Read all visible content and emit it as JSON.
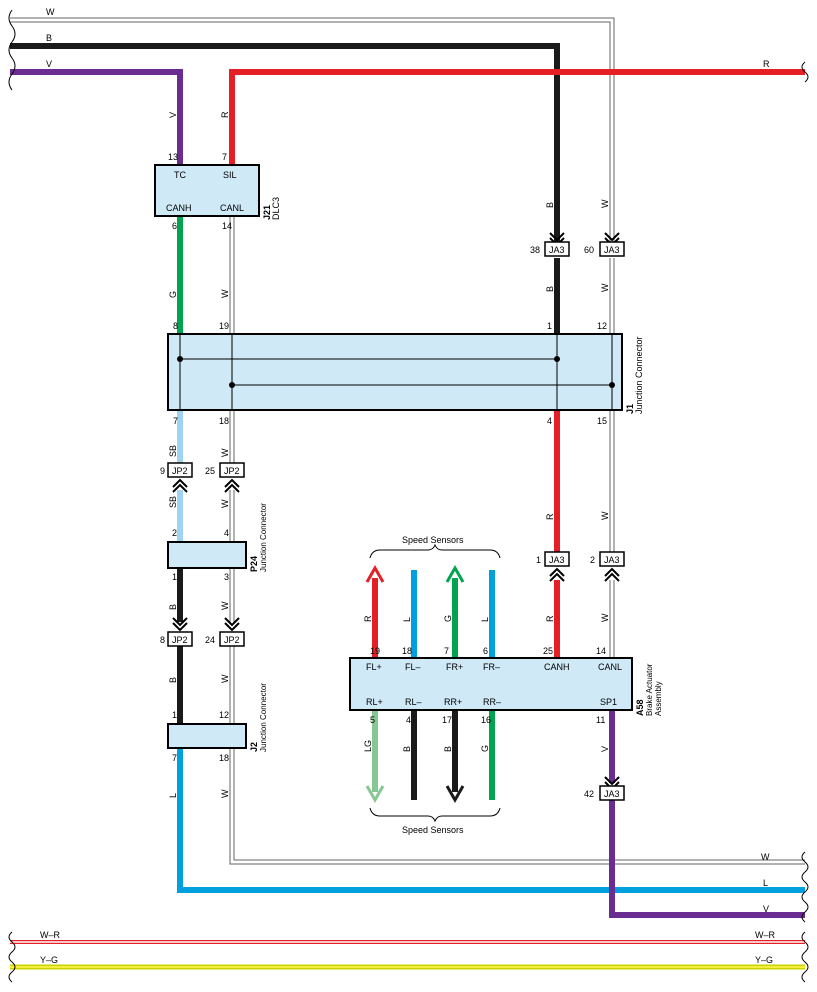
{
  "colors": {
    "V": "#6a2c91",
    "B": "#1a1a1a",
    "R": "#e41f26",
    "G": "#00a44f",
    "SB": "#9fd3f2",
    "L": "#00a0df",
    "LG": "#86c793",
    "W_outline": "#666666",
    "box_fill": "#cfe9f7",
    "W-R": "#e41f26",
    "Y-G": "#c8d400"
  },
  "wires": {
    "W": "W",
    "B": "B",
    "V": "V",
    "R": "R",
    "G": "G",
    "SB": "SB",
    "L": "L",
    "LG": "LG",
    "W_R": "W–R",
    "Y_G": "Y–G"
  },
  "dlc3": {
    "id": "J21",
    "name": "DLC3",
    "pins_top": [
      {
        "num": "13",
        "label": "TC"
      },
      {
        "num": "7",
        "label": "SIL"
      }
    ],
    "pins_bottom": [
      {
        "num": "6",
        "label": "CANH"
      },
      {
        "num": "14",
        "label": "CANL"
      }
    ]
  },
  "j1": {
    "id": "J1",
    "name": "Junction Connector",
    "top_pins": [
      "8",
      "19",
      "1",
      "12"
    ],
    "bottom_pins": [
      "7",
      "18",
      "4",
      "15"
    ]
  },
  "p24": {
    "id": "P24",
    "name": "Junction Connector",
    "top_pins": [
      "2",
      "4"
    ],
    "bottom_pins": [
      "1",
      "3"
    ]
  },
  "j2": {
    "id": "J2",
    "name": "Junction Connector",
    "top_pins": [
      "1",
      "12"
    ],
    "bottom_pins": [
      "7",
      "18"
    ]
  },
  "a58": {
    "id": "A58",
    "name": "Brake Actuator Assembly",
    "top_pins": [
      {
        "num": "19",
        "label": "FL+"
      },
      {
        "num": "18",
        "label": "FL–"
      },
      {
        "num": "7",
        "label": "FR+"
      },
      {
        "num": "6",
        "label": "FR–"
      },
      {
        "num": "25",
        "label": "CANH"
      },
      {
        "num": "14",
        "label": "CANL"
      }
    ],
    "bottom_pins": [
      {
        "num": "5",
        "label": "RL+"
      },
      {
        "num": "4",
        "label": "RL–"
      },
      {
        "num": "17",
        "label": "RR+"
      },
      {
        "num": "16",
        "label": "RR–"
      },
      {
        "num": "11",
        "label": "SP1"
      }
    ]
  },
  "connectors": {
    "ja3_38": {
      "pin": "38",
      "id": "JA3"
    },
    "ja3_60": {
      "pin": "60",
      "id": "JA3"
    },
    "ja3_1": {
      "pin": "1",
      "id": "JA3"
    },
    "ja3_2": {
      "pin": "2",
      "id": "JA3"
    },
    "ja3_42": {
      "pin": "42",
      "id": "JA3"
    },
    "jp2_9": {
      "pin": "9",
      "id": "JP2"
    },
    "jp2_25": {
      "pin": "25",
      "id": "JP2"
    },
    "jp2_8": {
      "pin": "8",
      "id": "JP2"
    },
    "jp2_24": {
      "pin": "24",
      "id": "JP2"
    }
  },
  "speed_sensors_label": "Speed Sensors"
}
